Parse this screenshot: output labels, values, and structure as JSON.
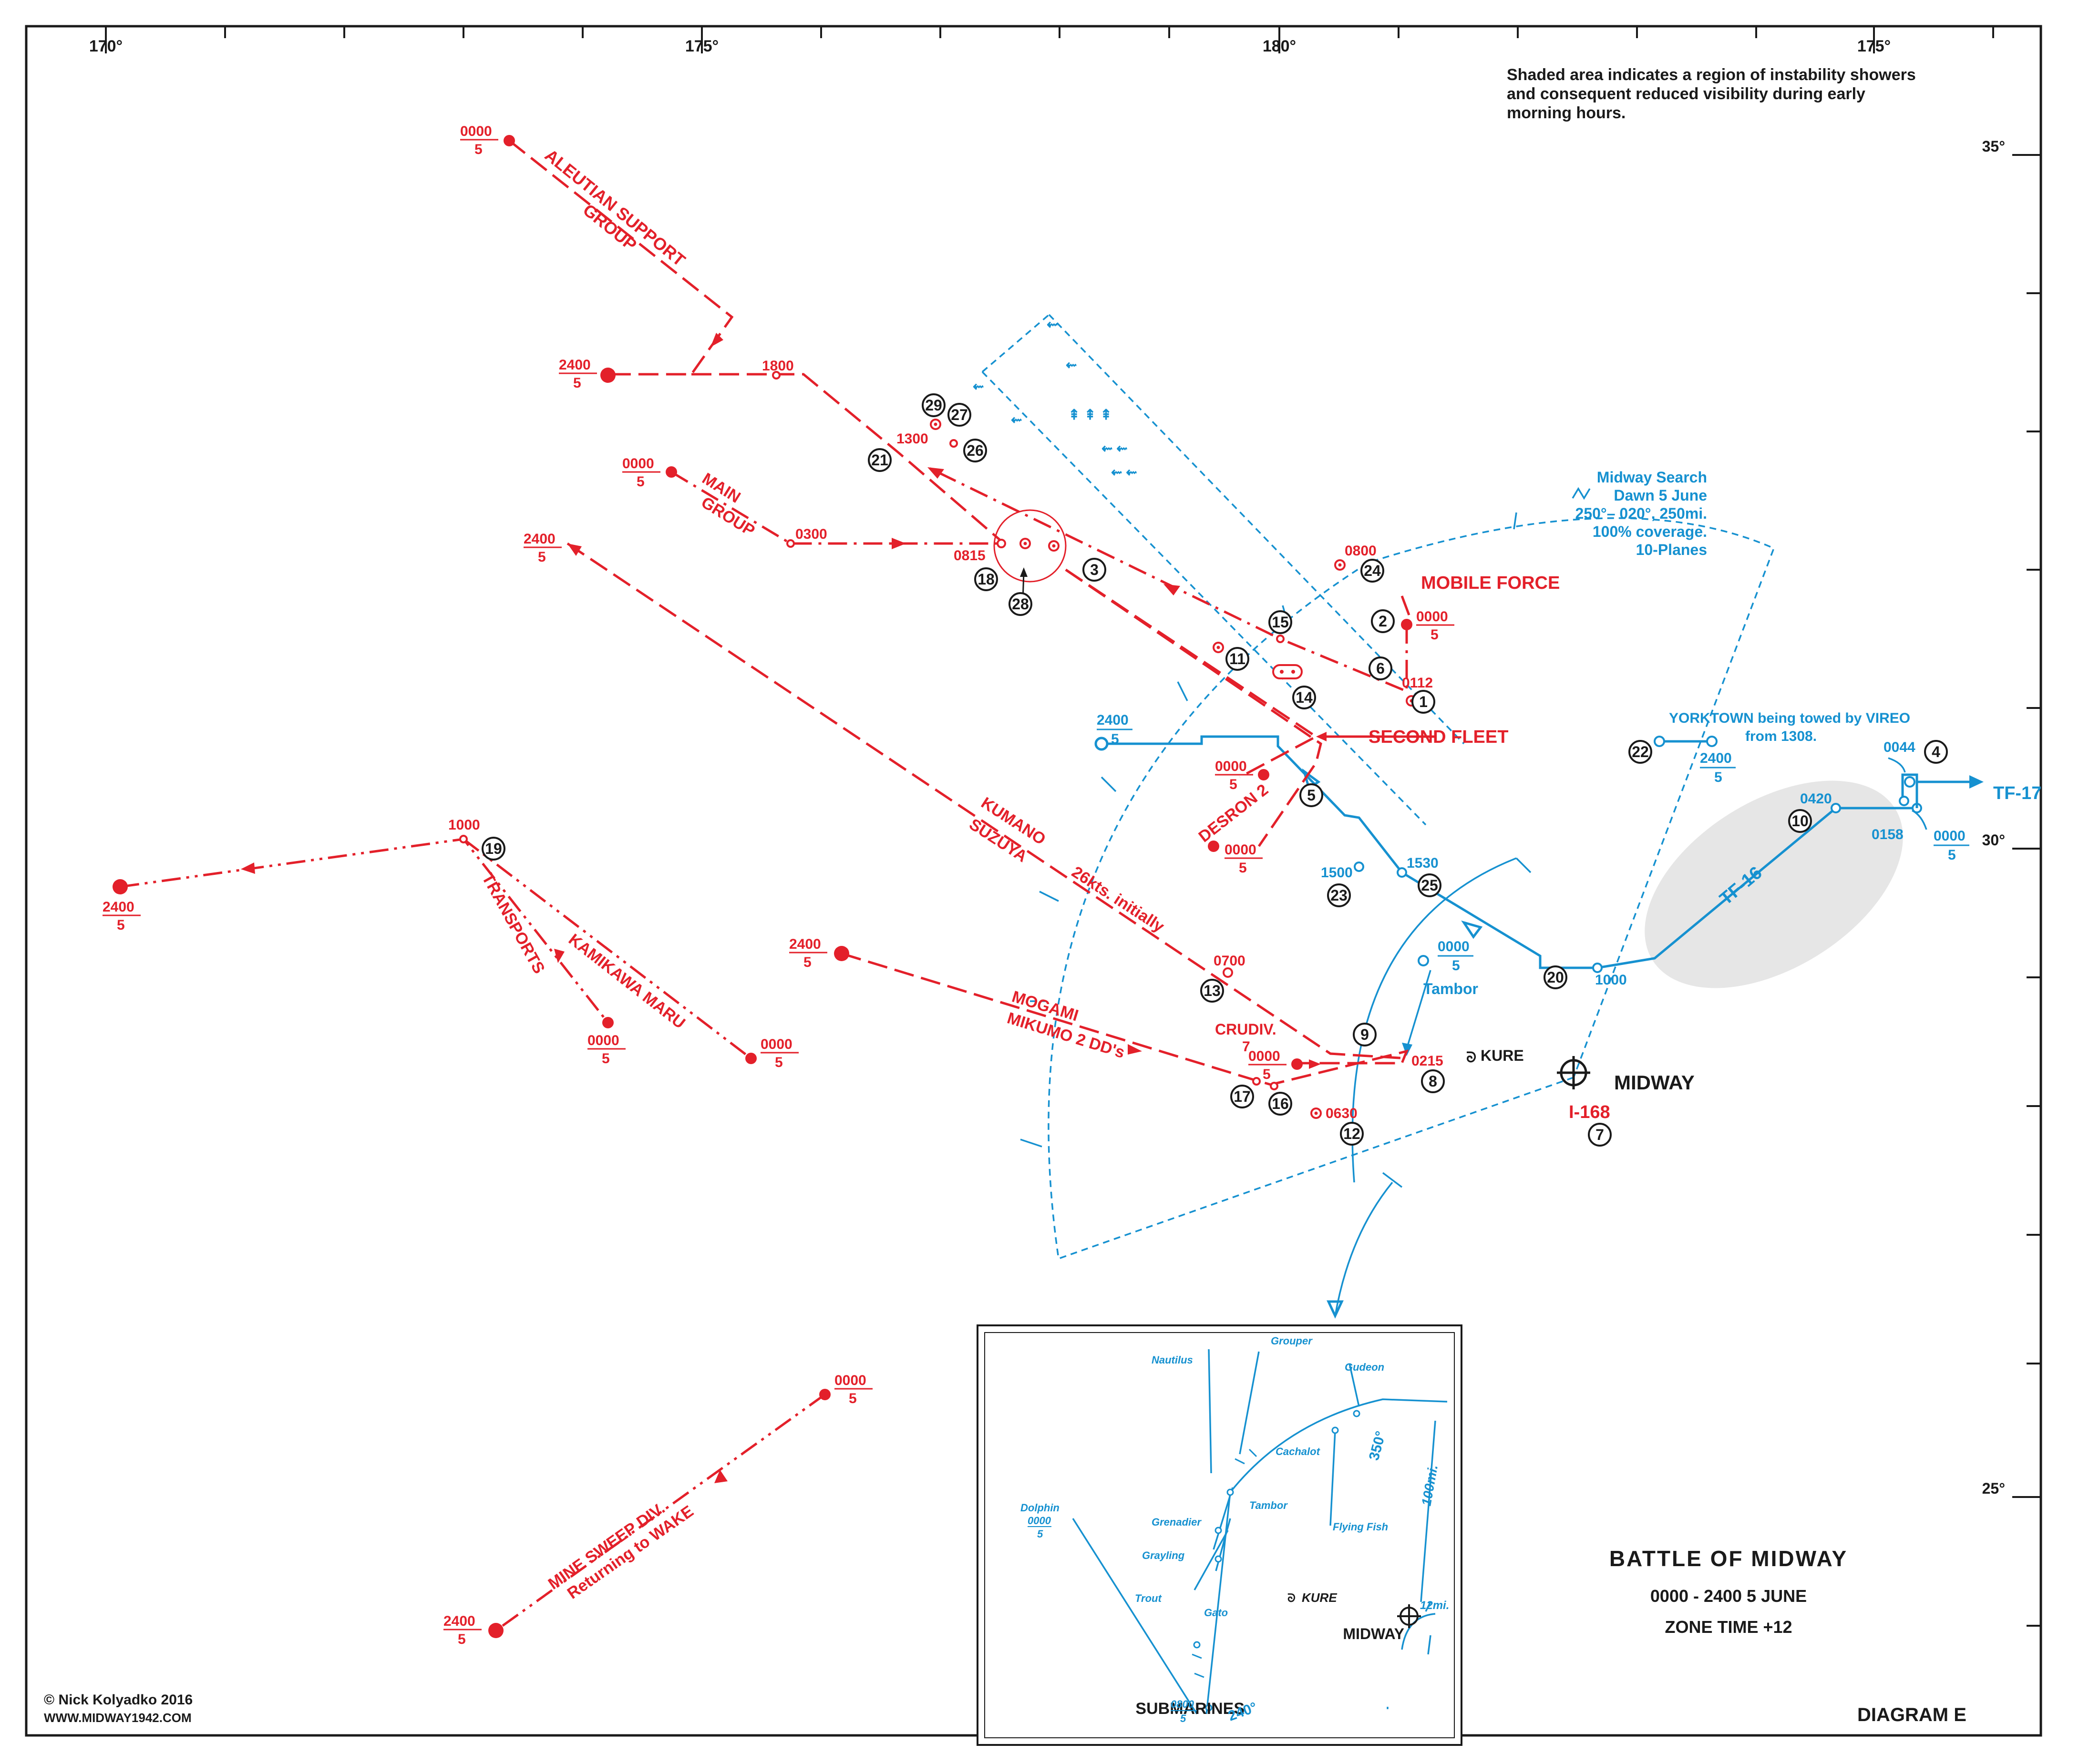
{
  "map": {
    "longitude_labels": [
      "170°",
      "175°",
      "180°",
      "175°"
    ],
    "latitude_labels": [
      "35°",
      "30°",
      "25°"
    ],
    "note": [
      "Shaded area indicates a region of instability showers",
      "and consequent reduced visibility during early",
      "morning hours."
    ],
    "title": "BATTLE OF MIDWAY",
    "subtitle": "0000 - 2400  5 JUNE",
    "zone_time": "ZONE TIME  +12",
    "diagram": "DIAGRAM  E",
    "copyright": "© Nick Kolyadko 2016",
    "website": "WWW.MIDWAY1942.COM",
    "colors": {
      "japanese": "#e3202a",
      "us": "#1691d0",
      "text": "#1a1a1a",
      "shade": "#e6e6e6"
    }
  },
  "japanese": {
    "aleutian": [
      "ALEUTIAN  SUPPORT",
      "GROUP"
    ],
    "main": [
      "MAIN",
      "GROUP"
    ],
    "mobile": "MOBILE  FORCE",
    "second": "SECOND  FLEET",
    "desron": "DESRON  2",
    "kumano": [
      "KUMANO",
      "SUZUYA",
      "26kts. initially"
    ],
    "mogami": [
      "MOGAMI",
      "MIKUMO  2 DD's"
    ],
    "crudiv": [
      "CRUDIV.",
      "7"
    ],
    "transports": "TRANSPORTS",
    "kamikawa": "KAMIKAWA  MARU",
    "minesweep": [
      "MINE  SWEEP  DIV.",
      "Returning  to  WAKE"
    ],
    "i168": "I-168",
    "times": {
      "t0000": "0000",
      "t2400": "2400",
      "day": "5",
      "t1800": "1800",
      "t1300": "1300",
      "t0300": "0300",
      "t0815": "0815",
      "t0800": "0800",
      "t0112": "0112",
      "t0700": "0700",
      "t0215": "0215",
      "t0630": "0630",
      "t1000": "1000"
    }
  },
  "us": {
    "search": [
      "Midway Search",
      "Dawn  5  June",
      "250°– 020°,  250mi.",
      "100%  coverage.",
      "10-Planes"
    ],
    "yorktown": [
      "YORKTOWN  being  towed  by  VIREO",
      "from  1308."
    ],
    "tf17": "TF-17",
    "tf16": "TF-16",
    "tambor": "Tambor",
    "times": {
      "t2400": "2400",
      "t0000": "0000",
      "day": "5",
      "t0044": "0044",
      "t0420": "0420",
      "t0158": "0158",
      "t1530": "1530",
      "t1500": "1500",
      "t1000": "1000"
    }
  },
  "places": {
    "midway": "MIDWAY",
    "kure": "KURE"
  },
  "markers": [
    "1",
    "2",
    "3",
    "4",
    "5",
    "6",
    "7",
    "8",
    "9",
    "10",
    "11",
    "12",
    "13",
    "14",
    "15",
    "16",
    "17",
    "18",
    "19",
    "20",
    "21",
    "22",
    "23",
    "24",
    "25",
    "26",
    "27",
    "28",
    "29"
  ],
  "inset": {
    "title": "SUBMARINES",
    "subs": [
      "Grouper",
      "Nautilus",
      "Gudeon",
      "Cachalot",
      "Tambor",
      "Grenadier",
      "Flying Fish",
      "Grayling",
      "Dolphin",
      "Trout",
      "Gato"
    ],
    "times": {
      "t0000": "0000",
      "t0800": "0800",
      "day": "5"
    },
    "bearing1": "350°",
    "bearing2": "240°",
    "range": "100mi.",
    "range2": "12mi.",
    "midway": "MIDWAY",
    "kure": "KURE"
  }
}
